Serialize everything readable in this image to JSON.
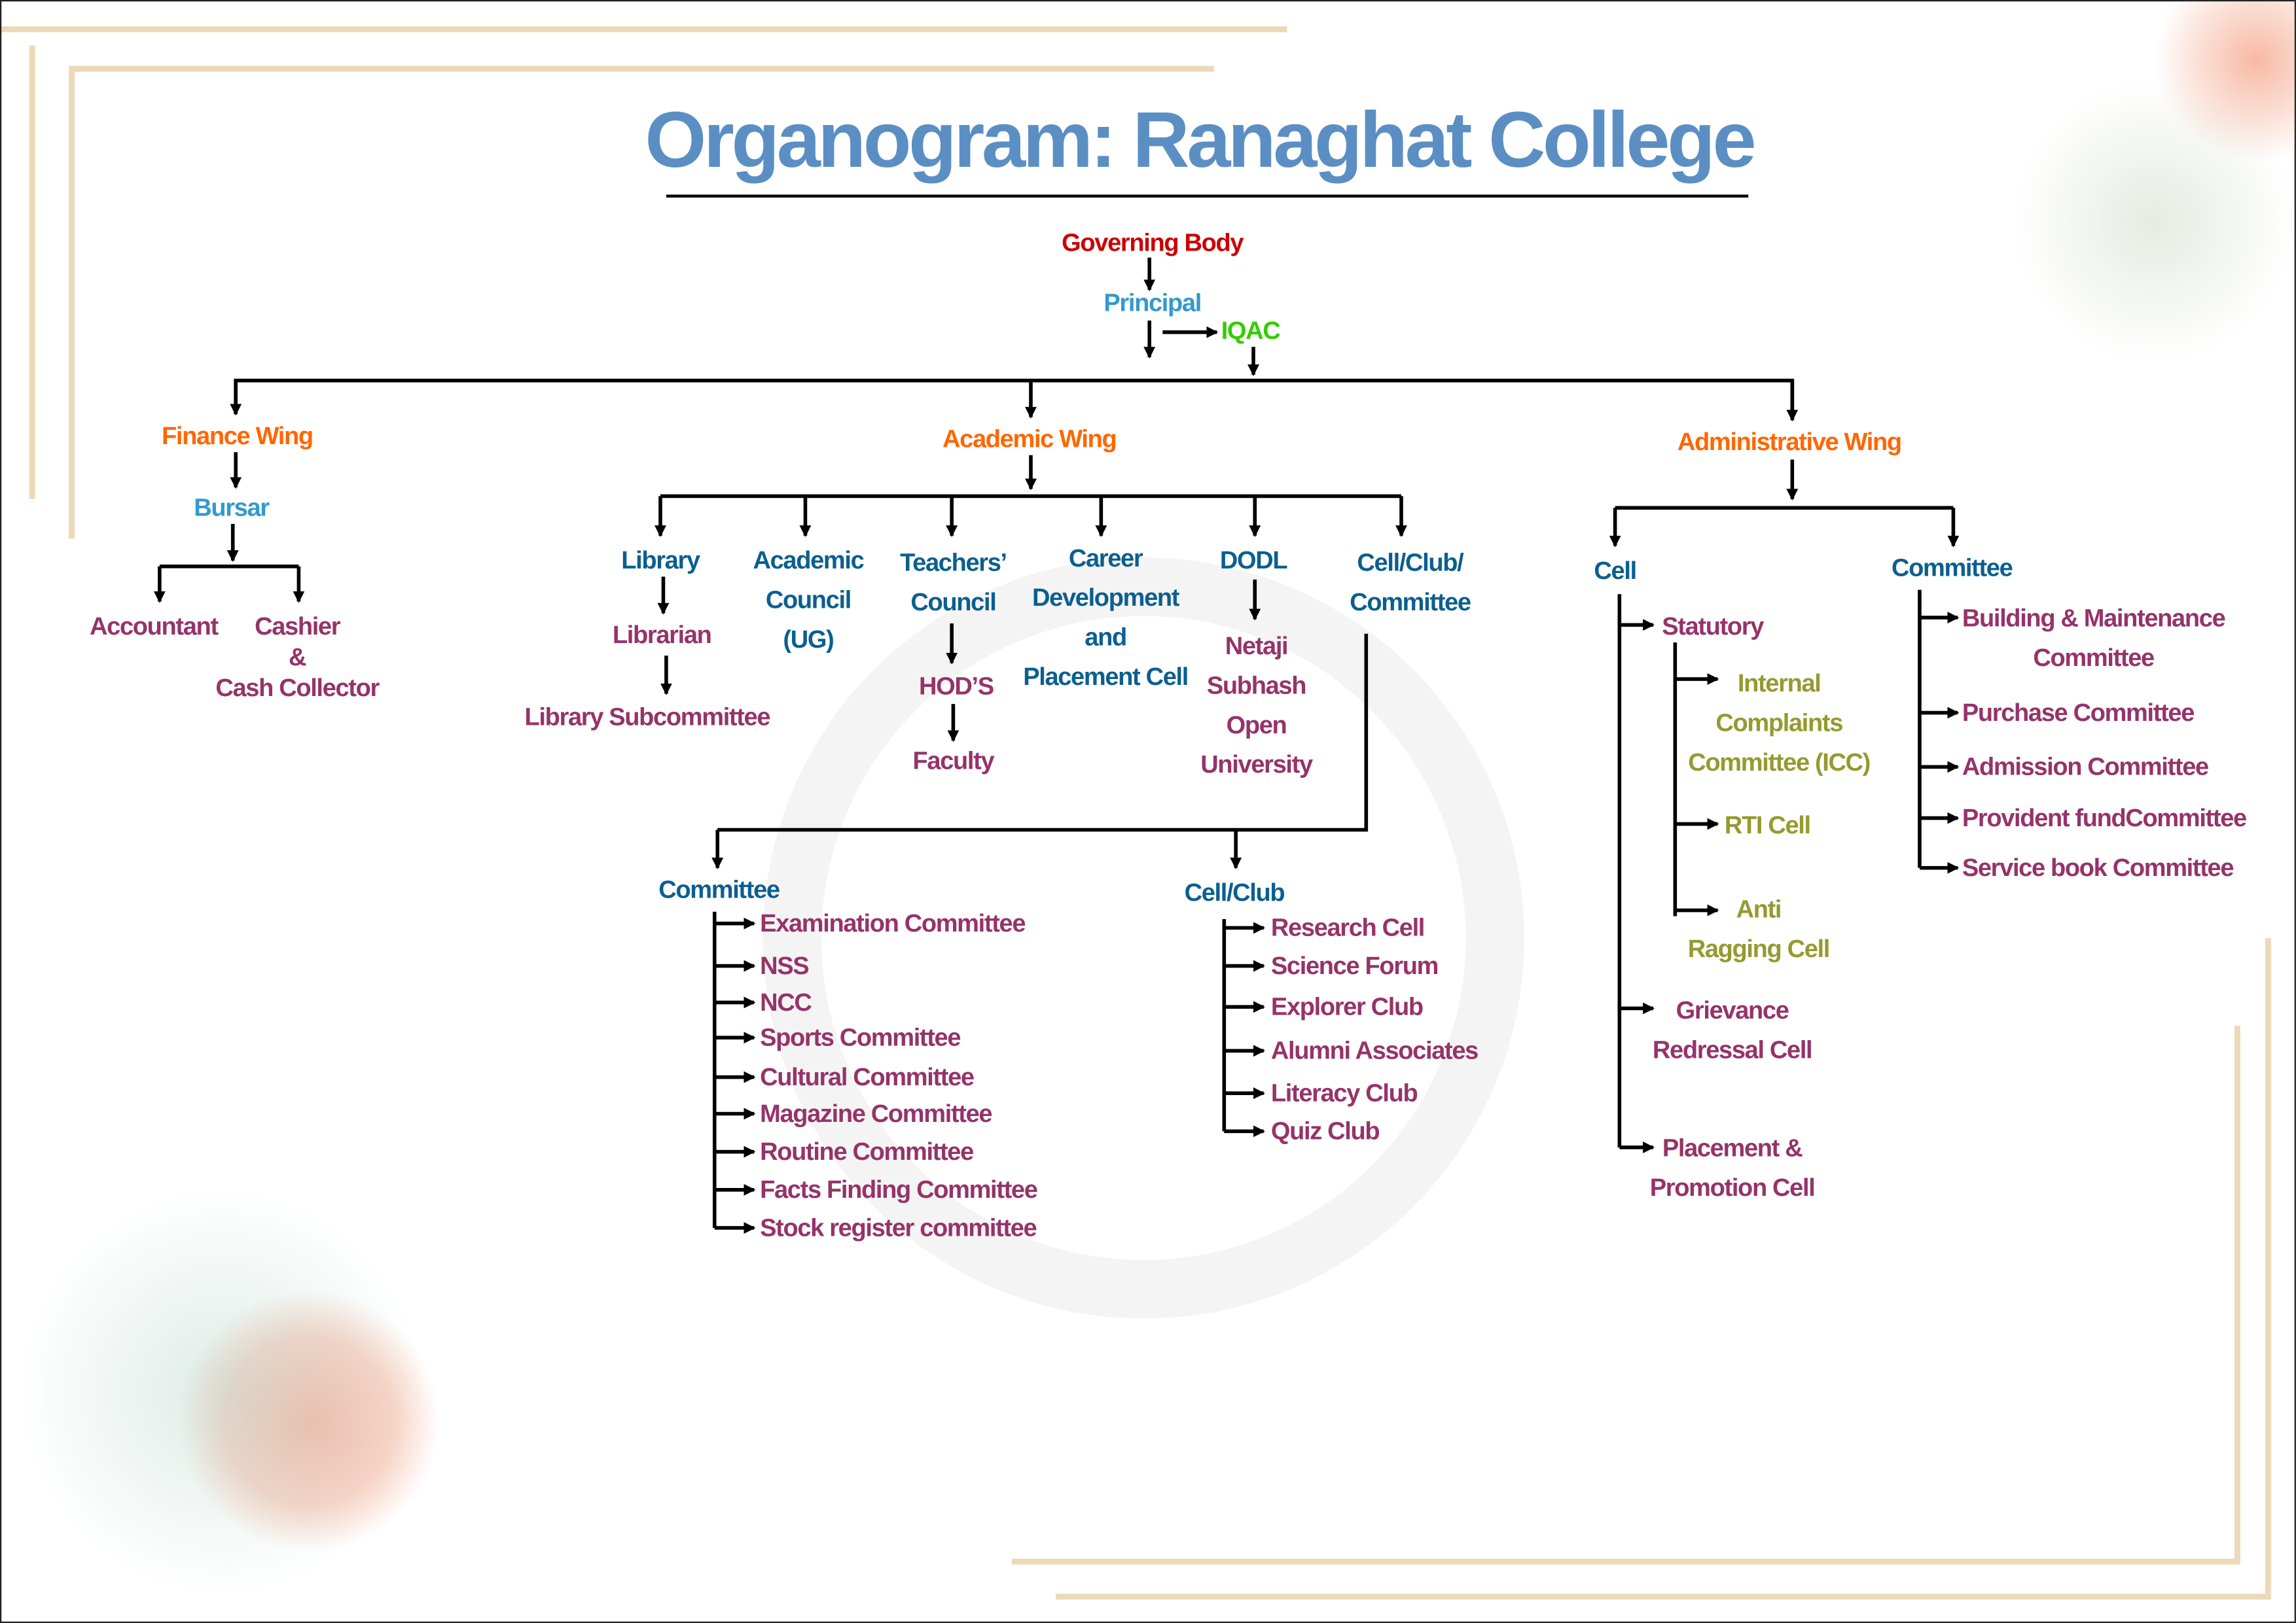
{
  "title": "Organogram: Ranaghat College",
  "top": {
    "governing_body": "Governing Body",
    "principal": "Principal",
    "iqac": "IQAC"
  },
  "finance_wing": {
    "label": "Finance Wing",
    "bursar": "Bursar",
    "accountant": "Accountant",
    "cashier": "Cashier\n&\nCash Collector"
  },
  "academic_wing": {
    "label": "Academic Wing",
    "library": "Library",
    "librarian": "Librarian",
    "library_subcommittee": "Library Subcommittee",
    "academic_council": "Academic\nCouncil\n(UG)",
    "teachers_council": "Teachers’\nCouncil",
    "hods": "HOD’S",
    "faculty": "Faculty",
    "career": "Career\nDevelopment\nand\nPlacement Cell",
    "dodl": "DODL",
    "nsou": "Netaji\nSubhash\nOpen\nUniversity",
    "cell_club_committee": "Cell/Club/\nCommittee",
    "committee": {
      "label": "Committee",
      "items": [
        "Examination Committee",
        "NSS",
        "NCC",
        "Sports Committee",
        "Cultural Committee",
        "Magazine Committee",
        "Routine Committee",
        "Facts Finding Committee",
        "Stock register committee"
      ]
    },
    "cell_club": {
      "label": "Cell/Club",
      "items": [
        "Research Cell",
        "Science Forum",
        "Explorer Club",
        "Alumni Associates",
        "Literacy Club",
        "Quiz Club"
      ]
    }
  },
  "administrative_wing": {
    "label": "Administrative Wing",
    "cell": {
      "label": "Cell",
      "statutory": "Statutory",
      "statutory_items": [
        "Internal\nComplaints\nCommittee (ICC)",
        "RTI Cell",
        "Anti\nRagging Cell"
      ],
      "grievance": "Grievance\nRedressal Cell",
      "placement": "Placement &\nPromotion Cell"
    },
    "committee": {
      "label": "Committee",
      "items": [
        "Building & Maintenance\nCommittee",
        "Purchase Committee",
        "Admission Committee",
        "Provident fundCommittee",
        "Service book Committee"
      ]
    }
  },
  "colors": {
    "title": "#5b8fc4",
    "governing": "#cc0000",
    "principal": "#3399cc",
    "iqac": "#33cc00",
    "wing": "#ff6600",
    "unit": "#0b5f8f",
    "item": "#95336a",
    "statutory_item": "#959a2f",
    "border": "#ecd9b8"
  }
}
